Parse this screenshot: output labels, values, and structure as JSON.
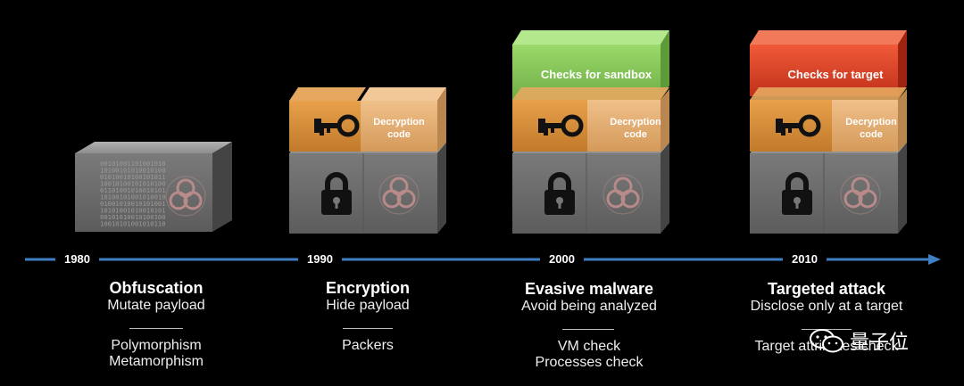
{
  "timeline": {
    "years": [
      "1980",
      "1990",
      "2000",
      "2010"
    ]
  },
  "stages": [
    {
      "title": "Obfuscation",
      "subtitle": "Mutate payload",
      "examples": [
        "Polymorphism",
        "Metamorphism"
      ]
    },
    {
      "title": "Encryption",
      "subtitle": "Hide payload",
      "examples": [
        "Packers"
      ]
    },
    {
      "title": "Evasive malware",
      "subtitle": "Avoid being analyzed",
      "examples": [
        "VM check",
        "Processes check"
      ]
    },
    {
      "title": "Targeted attack",
      "subtitle": "Disclose only at a target",
      "examples": [
        "Target attributes check"
      ]
    }
  ],
  "blocks": {
    "decryption_line1": "Decryption",
    "decryption_line2": "code",
    "sandbox_check": "Checks for sandbox",
    "target_check": "Checks for target",
    "binary_rows": [
      "00101001101001010",
      "10100101010010100",
      "01010010100101011",
      "10010100101010100",
      "01101001010010101",
      "10100101001010010",
      "01001010010101001",
      "10101001010010101",
      "00101010010100100",
      "10010101001010110"
    ]
  },
  "colors": {
    "background": "#000000",
    "timeline": "#3f7fc2",
    "gray_box": "#6e6e6e",
    "orange_box": "#d98f36",
    "tan_box": "#e2ad74",
    "green_box": "#8fcf5e",
    "red_box": "#e04426"
  },
  "icons": [
    "key-icon",
    "lock-icon",
    "biohazard-icon",
    "arrow-right-icon"
  ],
  "watermark": {
    "text": "量子位"
  }
}
